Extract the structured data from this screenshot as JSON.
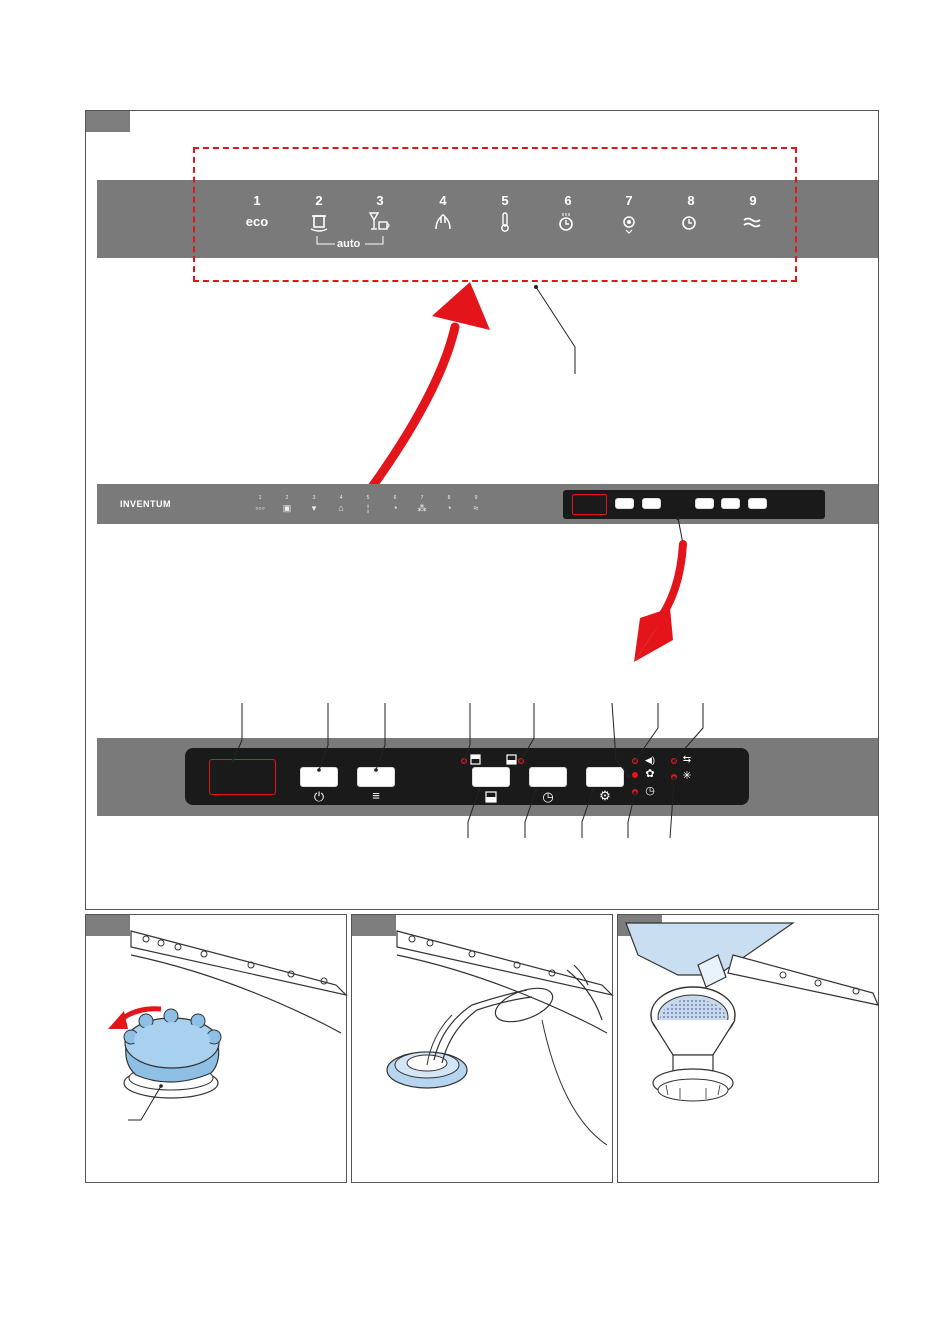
{
  "programs": [
    {
      "num": "1",
      "icon": "eco",
      "icon_name": "eco-text"
    },
    {
      "num": "2",
      "icon": "🫕",
      "icon_name": "pot-icon"
    },
    {
      "num": "3",
      "icon": "🍷",
      "icon_name": "glass-cup-icon"
    },
    {
      "num": "4",
      "icon": "⟰",
      "icon_name": "hand-wash-icon"
    },
    {
      "num": "5",
      "icon": "🌡",
      "icon_name": "thermometer-icon"
    },
    {
      "num": "6",
      "icon": "◷",
      "icon_name": "quick-timer-icon"
    },
    {
      "num": "7",
      "icon": "✿",
      "icon_name": "rinse-icon"
    },
    {
      "num": "8",
      "icon": "◷",
      "icon_name": "timer-icon"
    },
    {
      "num": "9",
      "icon": "≋",
      "icon_name": "waves-icon"
    }
  ],
  "auto_label": "auto",
  "brand": "INVENTUM",
  "glyphs": {
    "power": "⏻",
    "menu": "≡",
    "half_load": "▬",
    "delay_timer": "◷",
    "settings": "⚙",
    "sound": "◀)",
    "salt": "✿",
    "rinse": "✳",
    "rinse_aid": "⇆",
    "end_timer": "◷"
  },
  "colors": {
    "panel_bar": "#7a7a7a",
    "control_panel": "#1a1a1a",
    "accent_red": "#e4141b",
    "part_blue": "#8ec0e6"
  }
}
